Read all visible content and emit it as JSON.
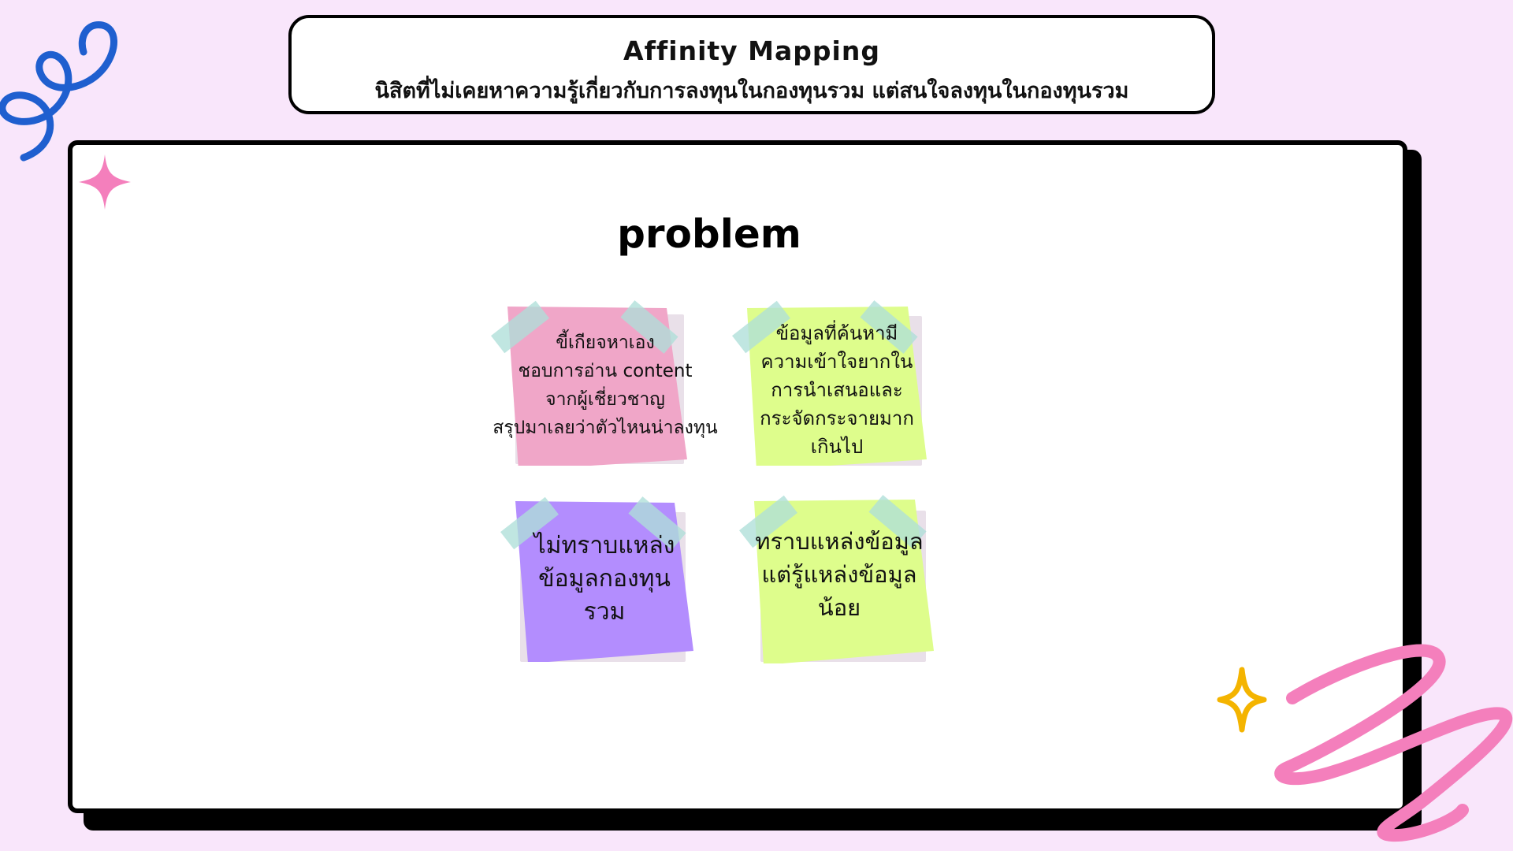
{
  "header": {
    "title": "Affinity Mapping",
    "subtitle": "นิสิตที่ไม่เคยหาความรู้เกี่ยวกับการลงทุนในกองทุนรวม แต่สนใจลงทุนในกองทุนรวม"
  },
  "board": {
    "title": "problem"
  },
  "notes": [
    {
      "color": "#f0a6c8",
      "lines": [
        "ขี้เกียจหาเอง",
        "ชอบการอ่าน content",
        "จากผู้เชี่ยวชาญ",
        "สรุปมาเลยว่าตัวไหนน่าลงทุน"
      ]
    },
    {
      "color": "#defd8c",
      "lines": [
        "ข้อมูลที่ค้นหามี",
        "ความเข้าใจยากใน",
        "การนำเสนอและ",
        "กระจัดกระจายมาก",
        "เกินไป"
      ]
    },
    {
      "color": "#b38dfe",
      "lines": [
        "ไม่ทราบแหล่ง",
        "ข้อมูลกองทุน",
        "รวม"
      ]
    },
    {
      "color": "#defd8c",
      "lines": [
        "ทราบแหล่งข้อมูล",
        "แต่รู้แหล่งข้อมูล",
        "น้อย"
      ]
    }
  ],
  "decorations": {
    "blue_swirl_icon": "#1f5fcf",
    "pink_sparkle_icon": "#f47fbc",
    "yellow_sparkle_icon": "#f4b400",
    "pink_scribble_icon": "#f47fbc"
  }
}
